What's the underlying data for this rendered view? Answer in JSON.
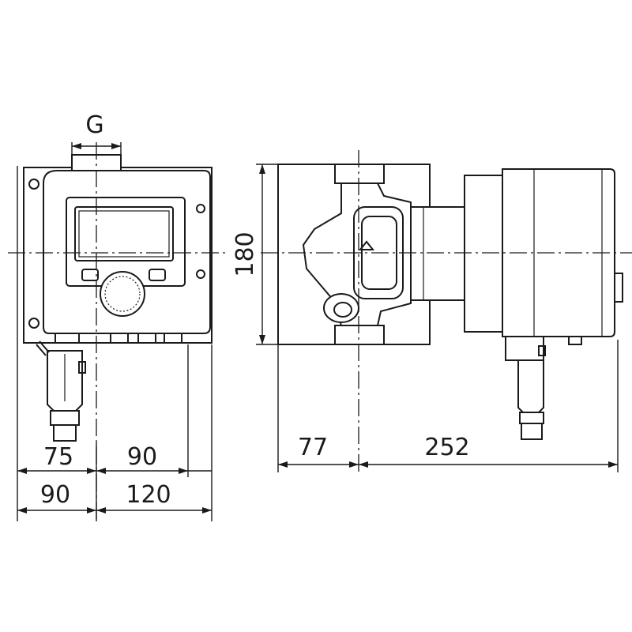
{
  "diagram": {
    "thread_label": "G",
    "dimensions": {
      "height": "180",
      "front_left_lower": "75",
      "front_right_lower": "90",
      "front_left_total": "90",
      "front_right_total": "120",
      "side_left": "77",
      "side_right": "252"
    },
    "colors": {
      "line": "#1a1a1a",
      "background": "#ffffff"
    }
  }
}
